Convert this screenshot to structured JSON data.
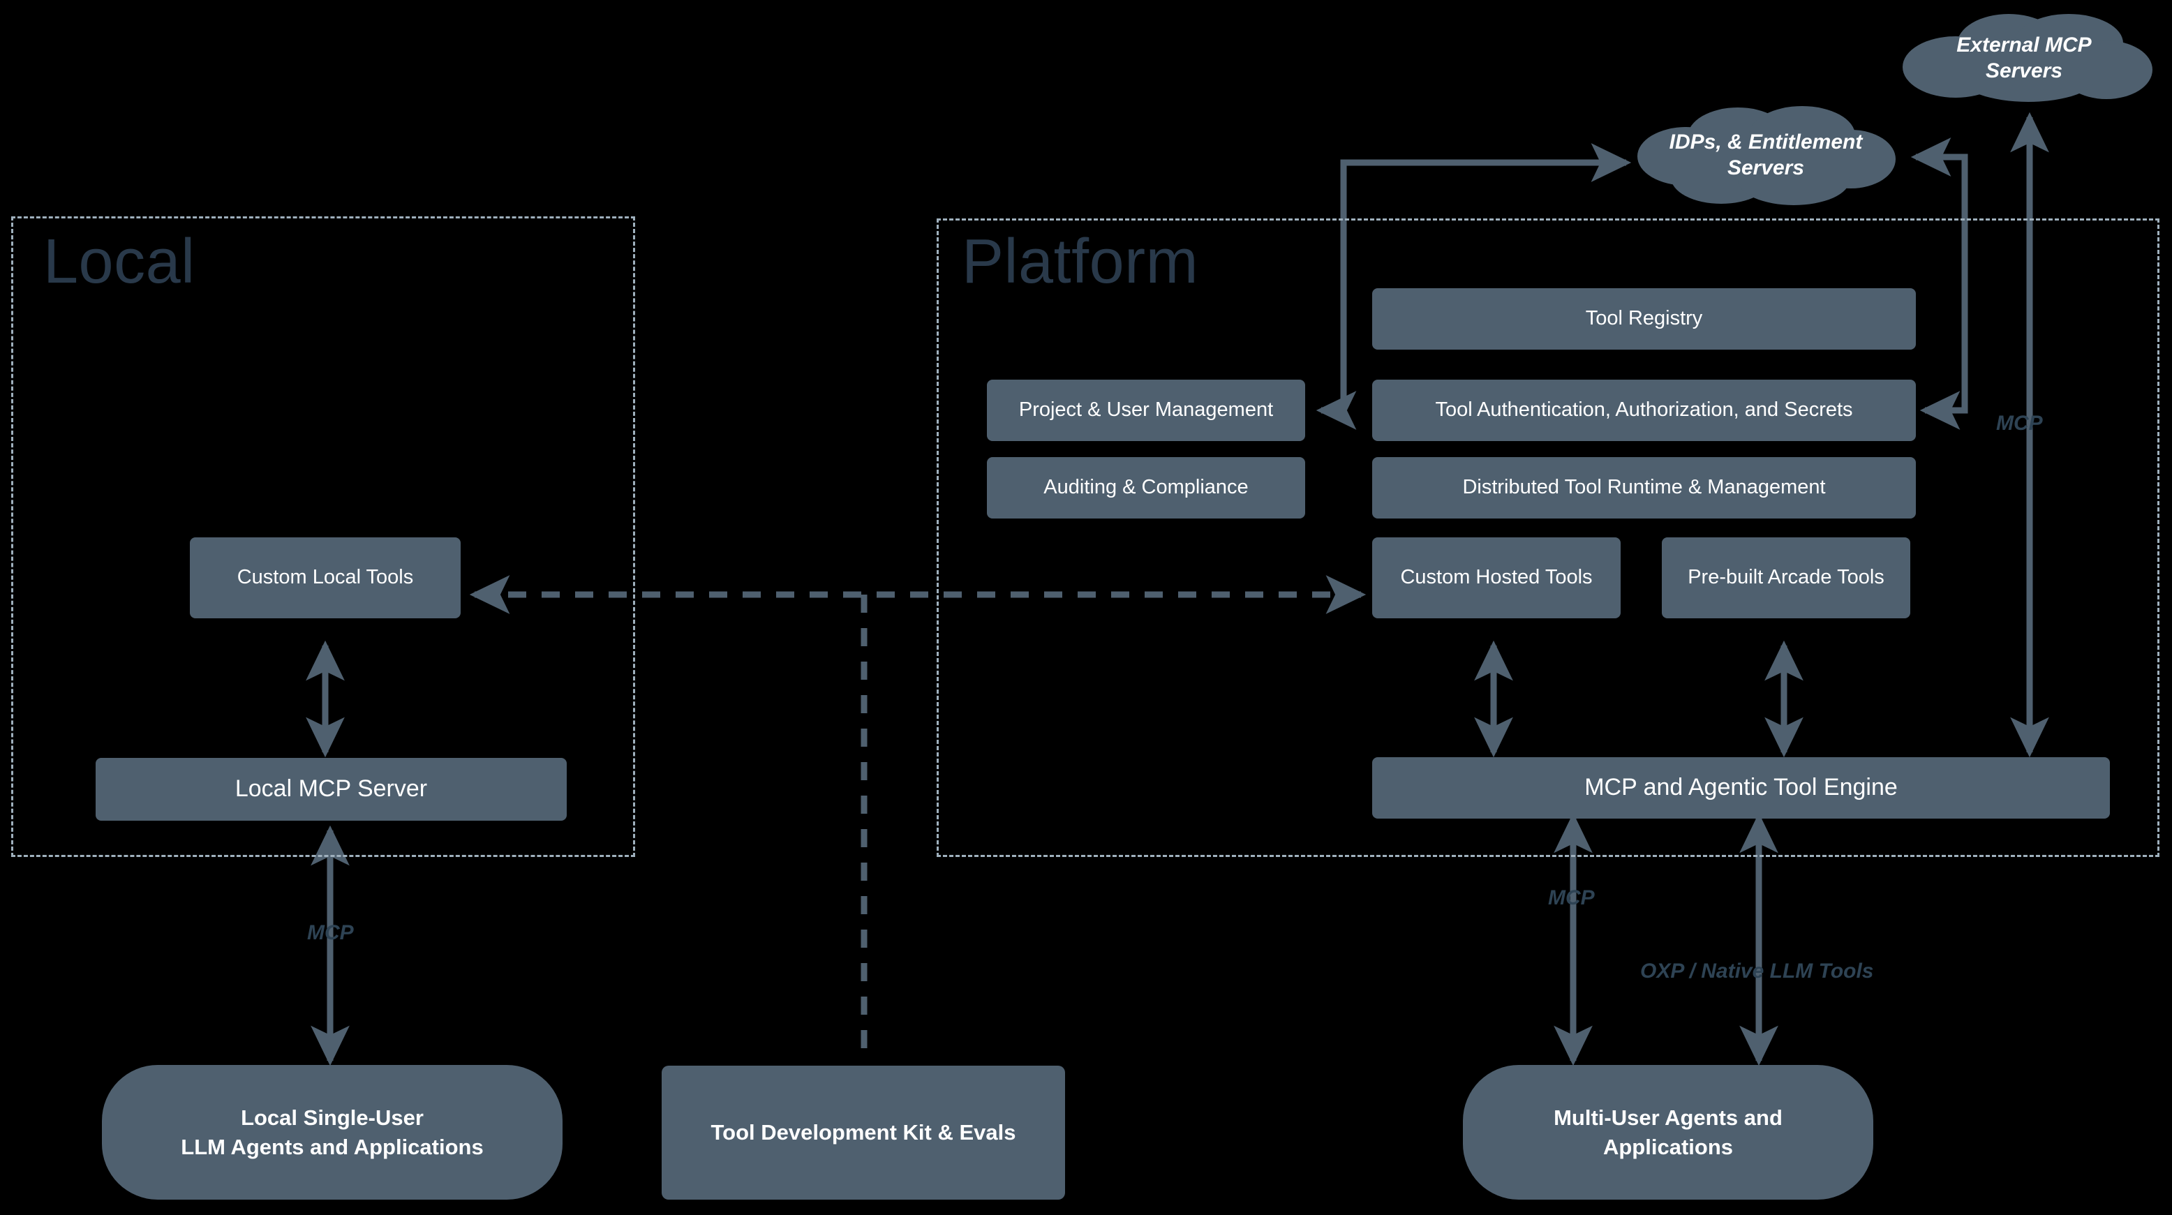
{
  "diagram": {
    "title": "Arcade Tool Platform Architecture",
    "background_color": "#000000",
    "node_fill": "#4f606f",
    "node_text_color": "#ffffff",
    "zone_border_color": "#9fb0bd",
    "zone_title_color": "#29394a",
    "connector_color": "#4f606f",
    "edge_label_color": "#2e4354"
  },
  "zones": [
    {
      "id": "local",
      "title": "Local"
    },
    {
      "id": "platform",
      "title": "Platform"
    }
  ],
  "clouds": [
    {
      "id": "external-mcp-servers",
      "label": "External MCP Servers"
    },
    {
      "id": "idps-entitlement-servers",
      "label": "IDPs, & Entitlement\nServers"
    }
  ],
  "nodes": {
    "custom_local_tools": "Custom Local Tools",
    "local_mcp_server": "Local MCP Server",
    "local_single_user_agents": "Local Single-User\nLLM Agents and Applications",
    "tool_development_kit": "Tool Development Kit & Evals",
    "project_user_management": "Project & User Management",
    "auditing_compliance": "Auditing & Compliance",
    "tool_registry": "Tool Registry",
    "tool_auth": "Tool Authentication, Authorization, and Secrets",
    "distributed_tool_runtime": "Distributed Tool Runtime & Management",
    "custom_hosted_tools": "Custom Hosted Tools",
    "prebuilt_arcade_tools": "Pre-built Arcade Tools",
    "mcp_agentic_tool_engine": "MCP and Agentic Tool Engine",
    "multi_user_agents": "Multi-User Agents and\nApplications"
  },
  "edge_labels": {
    "local_mcp": "MCP",
    "platform_mcp_agents": "MCP",
    "oxp_native_llm_tools": "OXP / Native LLM Tools",
    "external_mcp": "MCP"
  }
}
